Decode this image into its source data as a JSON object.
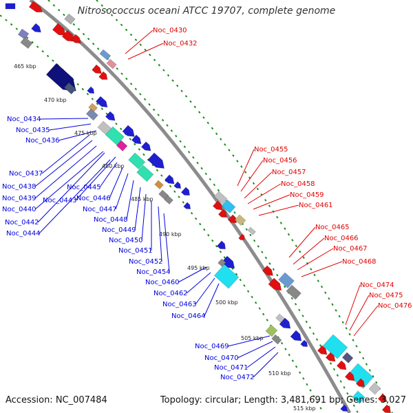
{
  "title": "Nitrosococcus oceani ATCC 19707, complete genome",
  "footer": {
    "accession_text": "Accession: NC_007484",
    "summary_text": "Topology: circular; Length: 3,481,691 bp; Genes: 3,027"
  },
  "colors": {
    "forward_label": "#e00000",
    "reverse_label": "#0000dd",
    "backbone": "#888888",
    "tick": "#228b22"
  },
  "scale_marks": [
    "465 kbp",
    "470 kbp",
    "475 kbp",
    "480 kbp",
    "485 kbp",
    "490 kbp",
    "495 kbp",
    "500 kbp",
    "505 kbp",
    "510 kbp",
    "515 kbp"
  ],
  "labels_forward": [
    "Noc_0430",
    "Noc_0432",
    "Noc_0455",
    "Noc_0456",
    "Noc_0457",
    "Noc_0458",
    "Noc_0459",
    "Noc_0461",
    "Noc_0465",
    "Noc_0466",
    "Noc_0467",
    "Noc_0468",
    "Noc_0474",
    "Noc_0475",
    "Noc_0476"
  ],
  "labels_reverse": [
    "Noc_0434",
    "Noc_0435",
    "Noc_0436",
    "Noc_0437",
    "Noc_0438",
    "Noc_0439",
    "Noc_0440",
    "Noc_0443",
    "Noc_0442",
    "Noc_0444",
    "Noc_0445",
    "Noc_0446",
    "Noc_0447",
    "Noc_0448",
    "Noc_0449",
    "Noc_0450",
    "Noc_0451",
    "Noc_0452",
    "Noc_0454",
    "Noc_0460",
    "Noc_0462",
    "Noc_0463",
    "Noc_0464",
    "Noc_0469",
    "Noc_0470",
    "Noc_0471",
    "Noc_0472"
  ]
}
